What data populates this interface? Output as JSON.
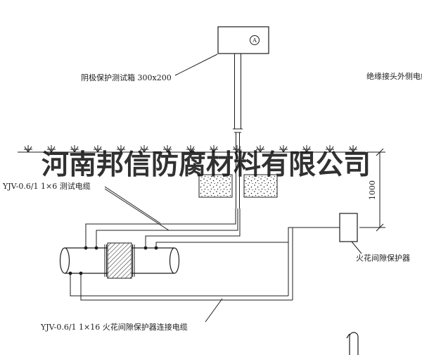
{
  "drawing": {
    "watermark": "河南邦信防腐材料有限公司",
    "labels": {
      "test_box": "阴极保护测试箱 300x200",
      "outer_cable": "绝缘接头外侧电缆",
      "test_cable": "YJV-0.6/1 1×6  测试电缆",
      "spark_gap": "火花间隙保护器",
      "connect_cable": "YJV-0.6/1 1×16  火花间隙保护器连接电缆",
      "dim_height": "1000",
      "meter": "A"
    },
    "colors": {
      "line": "#1c1c1c",
      "background": "#ffffff",
      "watermark": "#141414"
    }
  }
}
